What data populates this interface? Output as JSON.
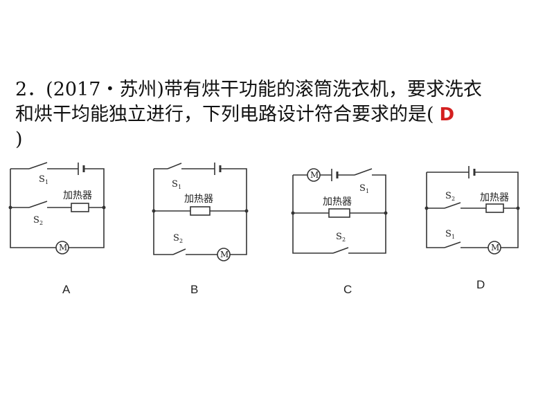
{
  "question": {
    "line1": "2．(2017・苏州)带有烘干功能的滚筒洗衣机，要求洗衣",
    "line2_prefix": "和烘干均能独立进行，下列电路设计符合要求的是(",
    "answer": "D",
    "line3": ")",
    "answer_color": "#d42020"
  },
  "labels": {
    "switch": "S",
    "sub1": "1",
    "sub2": "2",
    "heater": "加热器",
    "motor": "M"
  },
  "options": [
    "A",
    "B",
    "C",
    "D"
  ]
}
